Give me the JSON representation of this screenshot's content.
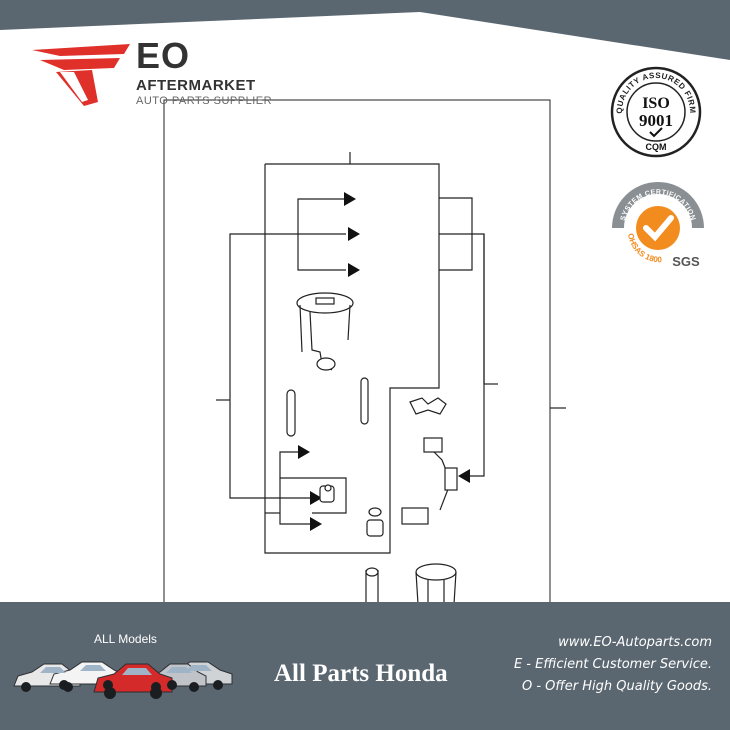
{
  "brand": {
    "name": "EO",
    "tagline": "AFTERMARKET",
    "subtitle": "AUTO PARTS SUPPLIER",
    "logo_icon": "eagle-wing-logo-icon",
    "accent_color": "#e0302a",
    "banner_color": "#5b6770"
  },
  "certifications": {
    "iso": {
      "ring_text": "QUALITY ASSURED FIRM",
      "standard": "ISO",
      "number": "9001",
      "body": "CQM"
    },
    "sgs": {
      "ring_text": "SYSTEM CERTIFICATION",
      "standard": "OHSAS 18001",
      "body": "SGS",
      "color": "#f28c1e"
    }
  },
  "footer": {
    "models_label": "ALL Models",
    "title": "All Parts Honda",
    "website": "www.EO-Autoparts.com",
    "line_e": "E - Efficient Customer Service.",
    "line_o": "O - Offer High Quality Goods."
  }
}
